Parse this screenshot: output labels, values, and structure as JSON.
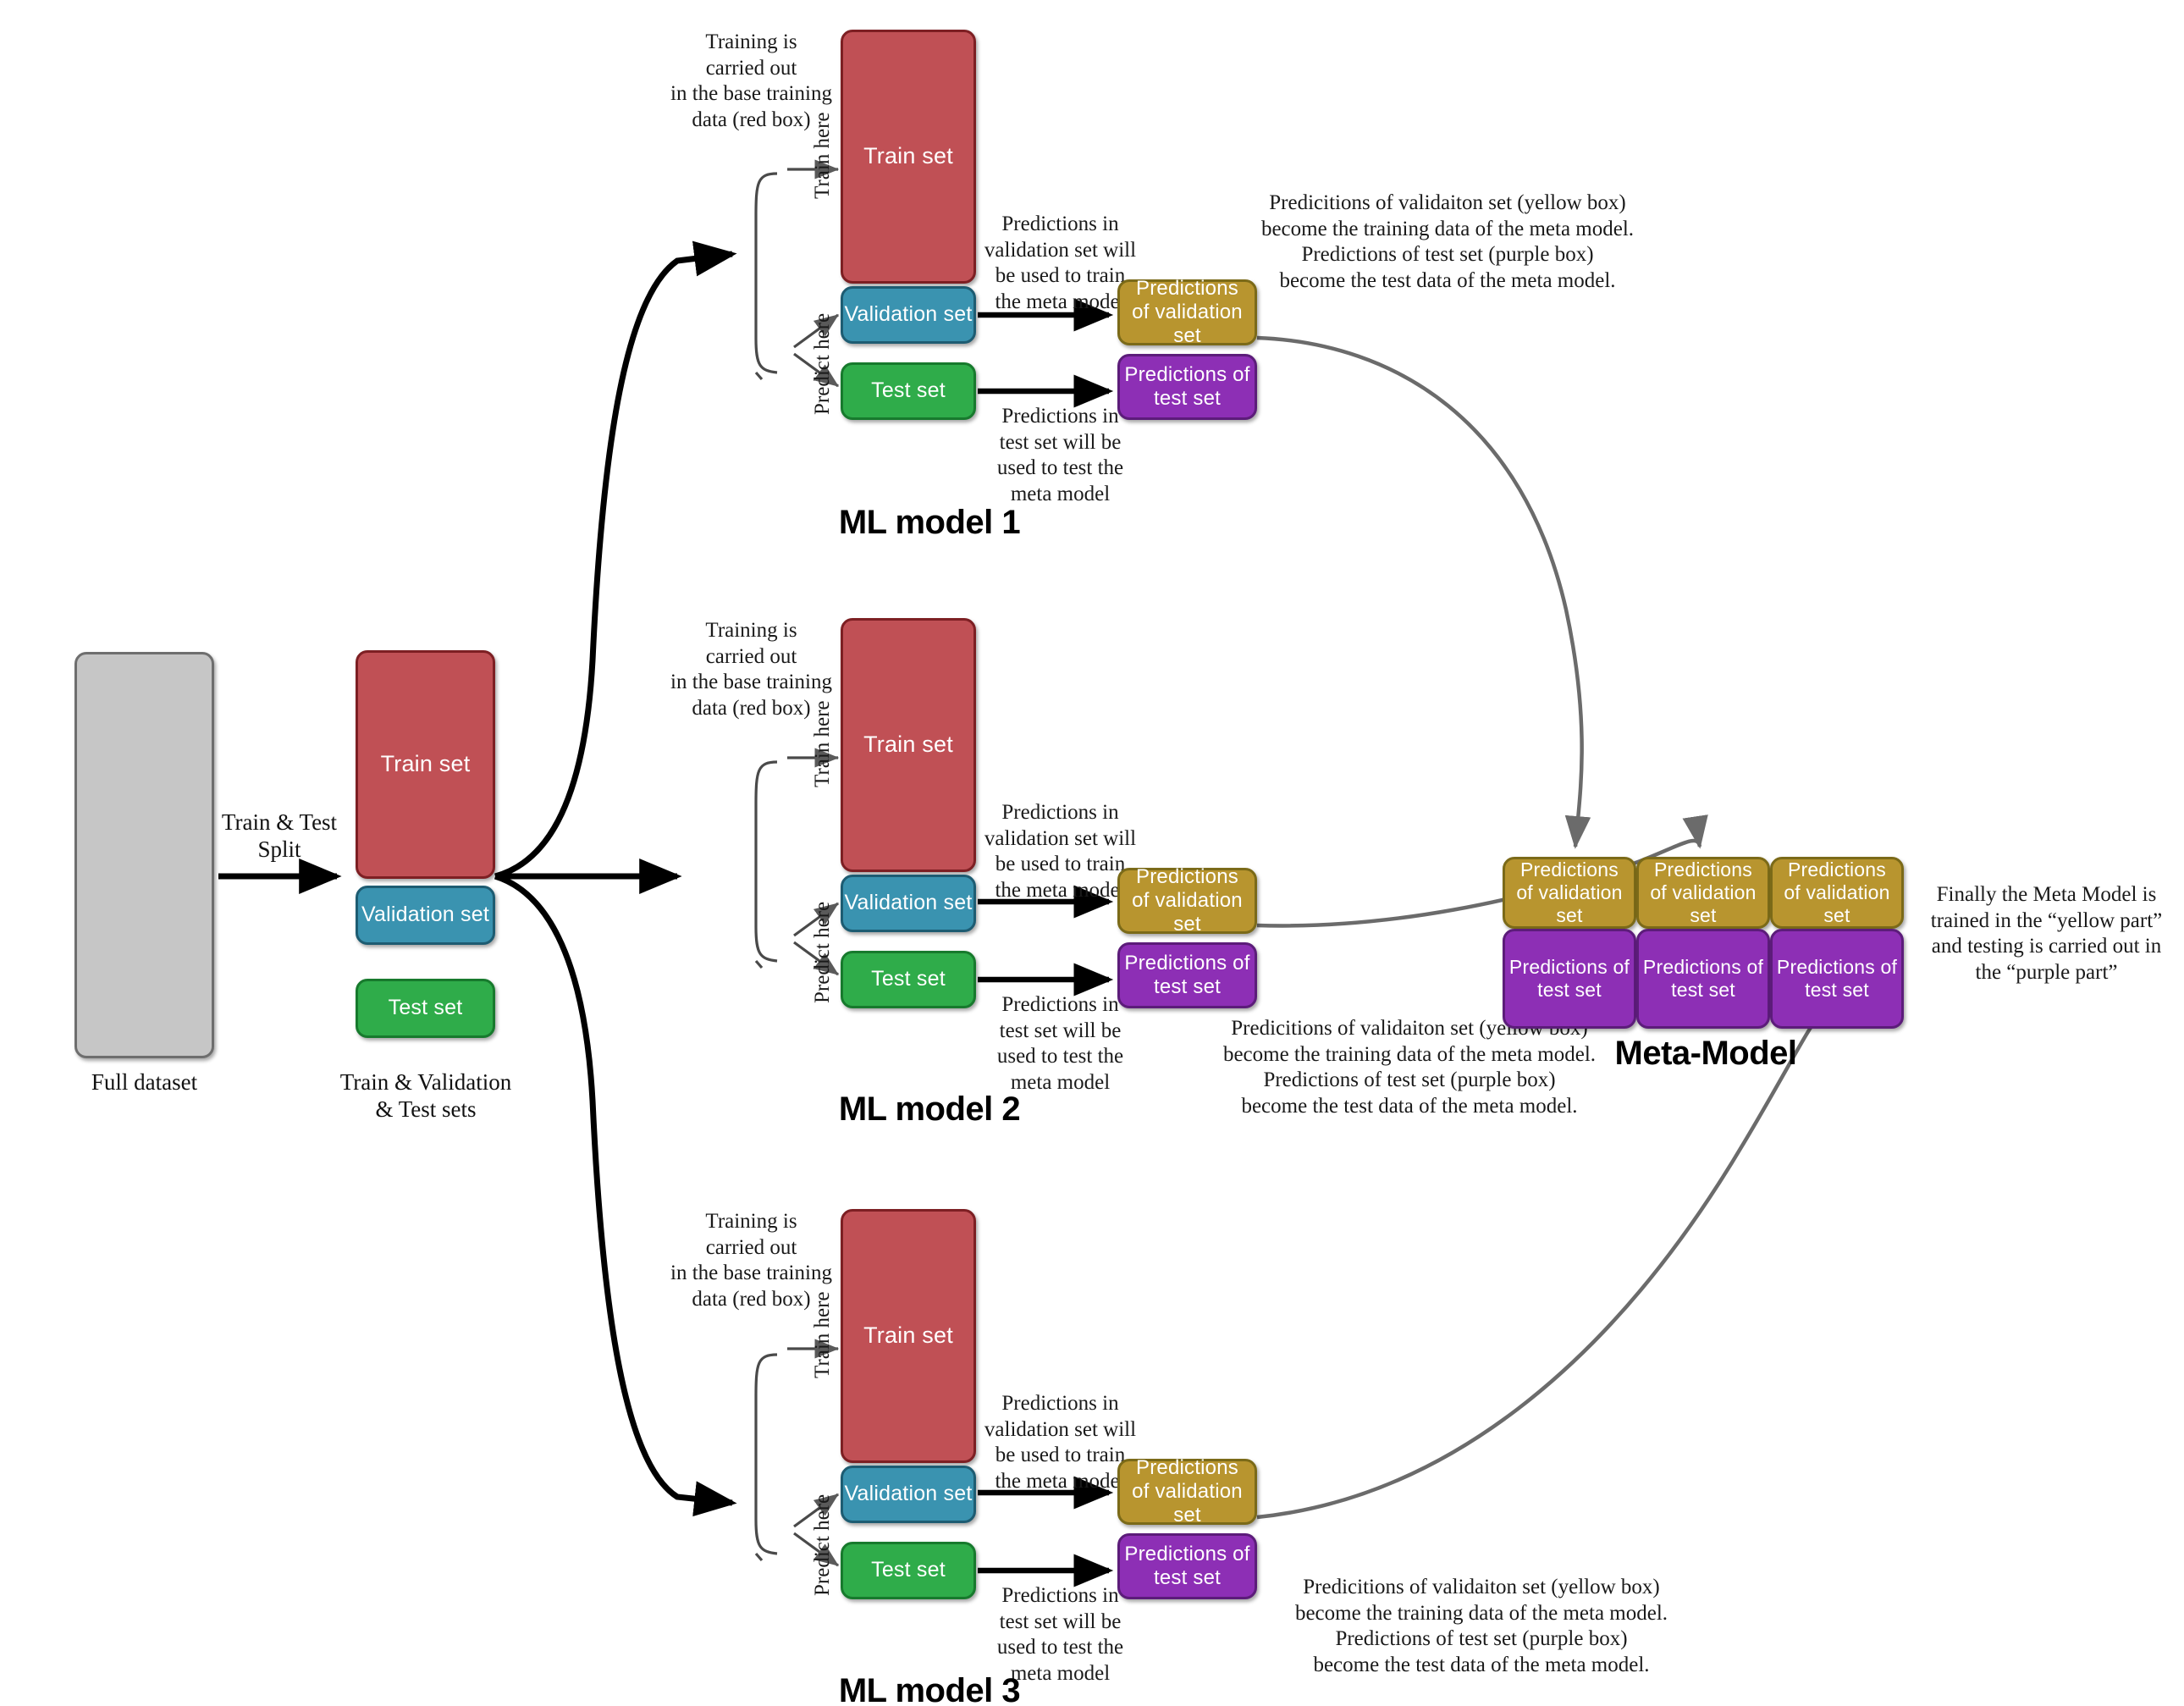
{
  "colors": {
    "full_dataset": "#c6c6c6",
    "train": "#c05055",
    "validation": "#3a93b0",
    "test": "#2fac4a",
    "predictions_validation": "#b8952f",
    "predictions_test": "#8d2fb5",
    "arrow_black": "#000000",
    "arrow_gray": "#6b6b6b"
  },
  "source": {
    "full_dataset_caption": "Full dataset",
    "split_arrow_label": "Train & Test\nSplit",
    "split_caption": "Train & Validation\n& Test sets",
    "train_label": "Train set",
    "validation_label": "Validation set",
    "test_label": "Test set"
  },
  "base_model_common": {
    "training_note": "Training is\ncarried out\nin the base training\ndata (red box)",
    "train_here": "Train here",
    "predict_here": "Predict here",
    "train_label": "Train set",
    "validation_label": "Validation set",
    "test_label": "Test set",
    "validation_arrow_note": "Predictions in\nvalidation set will\nbe used to train\nthe meta model",
    "test_arrow_note": "Predictions in\ntest set will be\nused to test the\nmeta model",
    "pred_validation_label": "Predictions\nof validation set",
    "pred_test_label": "Predictions of\ntest set",
    "meta_note": "Predicitions of validaiton set (yellow box)\nbecome the training data of the meta model.\nPredictions of test set (purple box)\nbecome the test data of the meta model."
  },
  "models": [
    {
      "title": "ML model 1",
      "meta_note": "Predicitions of validaiton set (yellow box)\nbecome the training data of the meta model.\nPredictions of test set (purple box)\nbecome the test data of the meta model."
    },
    {
      "title": "ML model 2",
      "meta_note": "Predicitions of validaiton set (yellow box)\nbecome the training data of the meta model.\nPredictions of test set (purple box)\nbecome the test data of the meta model."
    },
    {
      "title": "ML model 3",
      "meta_note": "Predicitions of validaiton set (yellow box)\nbecome the training data of the meta model.\nPredictions of test set (purple box)\nbecome the test data of the meta model."
    }
  ],
  "meta_model": {
    "title": "Meta-Model",
    "note": "Finally the Meta Model is\ntrained in the “yellow part”\nand testing is carried out in\nthe “purple part”",
    "validation_cells": [
      "Predictions\nof validation set",
      "Predictions\nof validation set",
      "Predictions\nof validation set"
    ],
    "test_cells": [
      "Predictions of\ntest set",
      "Predictions of\ntest set",
      "Predictions of\ntest set"
    ]
  }
}
